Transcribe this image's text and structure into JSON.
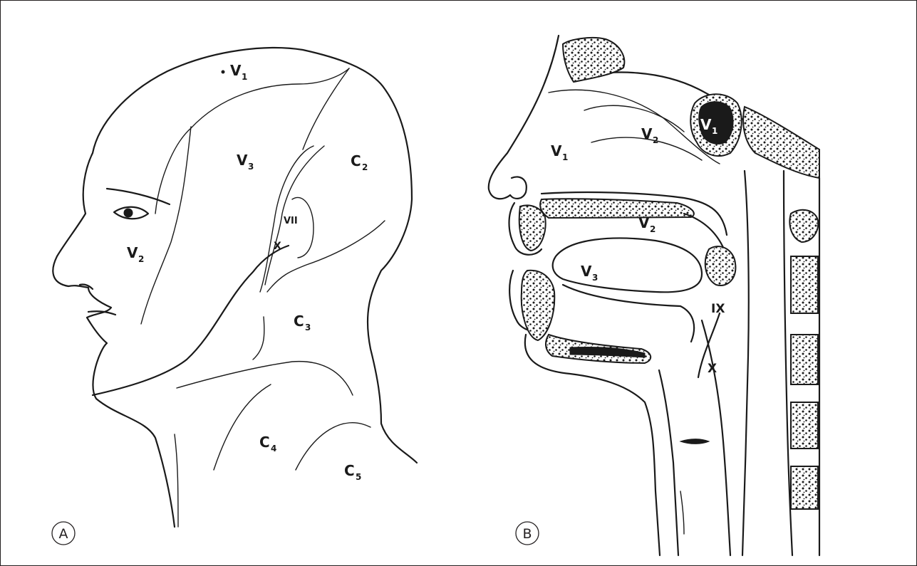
{
  "panels": [
    {
      "id": "A",
      "letter": "A"
    },
    {
      "id": "B",
      "letter": "B"
    }
  ],
  "panel_a": {
    "regions": [
      {
        "key": "v1",
        "base": "V",
        "sub": "1"
      },
      {
        "key": "v3",
        "base": "V",
        "sub": "3"
      },
      {
        "key": "c2",
        "base": "C",
        "sub": "2"
      },
      {
        "key": "vii",
        "base": "VII",
        "sub": ""
      },
      {
        "key": "v2",
        "base": "V",
        "sub": "2"
      },
      {
        "key": "x",
        "base": "X",
        "sub": ""
      },
      {
        "key": "c3",
        "base": "C",
        "sub": "3"
      },
      {
        "key": "c4",
        "base": "C",
        "sub": "4"
      },
      {
        "key": "c5",
        "base": "C",
        "sub": "5"
      }
    ]
  },
  "panel_b": {
    "regions": [
      {
        "key": "v1-sinus",
        "base": "V",
        "sub": "1"
      },
      {
        "key": "v2-nasal",
        "base": "V",
        "sub": "2"
      },
      {
        "key": "v1-nose",
        "base": "V",
        "sub": "1"
      },
      {
        "key": "v2-palate",
        "base": "V",
        "sub": "2"
      },
      {
        "key": "v3-tongue",
        "base": "V",
        "sub": "3"
      },
      {
        "key": "ix",
        "base": "IX",
        "sub": ""
      },
      {
        "key": "x-larynx",
        "base": "X",
        "sub": ""
      }
    ]
  },
  "colors": {
    "ink": "#1a1a1a",
    "border": "#231f20",
    "background": "#ffffff"
  }
}
